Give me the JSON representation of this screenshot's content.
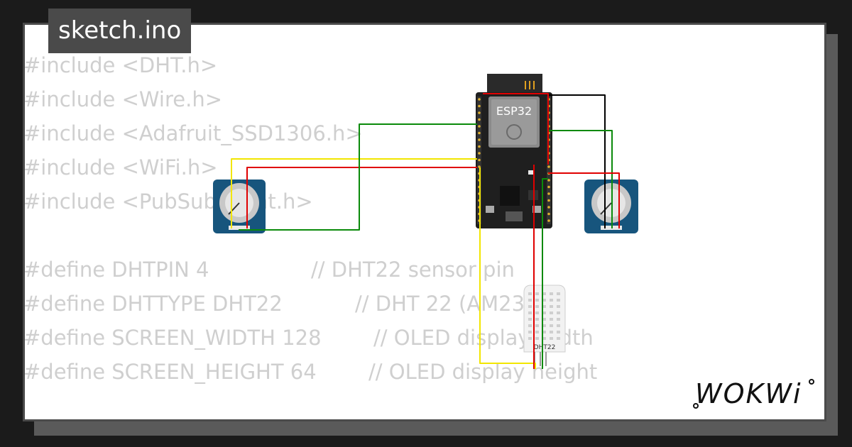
{
  "file_tab": {
    "label": "sketch.ino"
  },
  "code_lines": [
    {
      "code": "#include <DHT.h>",
      "comment": ""
    },
    {
      "code": "#include <Wire.h>",
      "comment": ""
    },
    {
      "code": "#include <Adafruit_SSD1306.h>",
      "comment": ""
    },
    {
      "code": "#include <WiFi.h>",
      "comment": ""
    },
    {
      "code": "#include <PubSubClient.h>",
      "comment": ""
    },
    {
      "code": "",
      "comment": ""
    },
    {
      "code": "#define DHTPIN 4",
      "comment": "// DHT22 sensor pin"
    },
    {
      "code": "#define DHTTYPE DHT22",
      "comment": "// DHT 22 (AM2302)"
    },
    {
      "code": "#define SCREEN_WIDTH 128",
      "comment": "// OLED display width"
    },
    {
      "code": "#define SCREEN_HEIGHT 64",
      "comment": "// OLED display height"
    }
  ],
  "circuit": {
    "board_label": "ESP32",
    "sensor_label": "DHT22",
    "wire_colors": {
      "red": "#e00000",
      "green": "#0a8a0a",
      "yellow": "#f2e600",
      "black": "#000000"
    },
    "board_color": "#1f1f1f",
    "pot_color": "#17557d"
  },
  "brand": {
    "logo_text": "WOKWi"
  }
}
